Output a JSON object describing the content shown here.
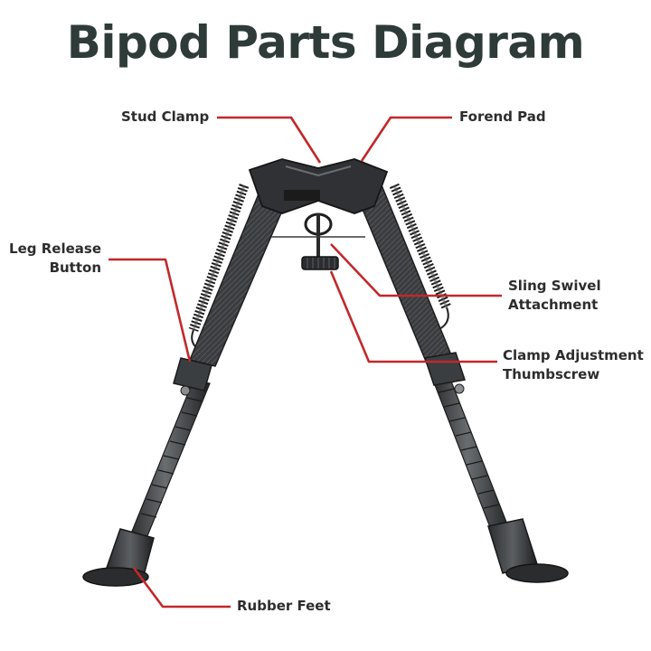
{
  "title": "Bipod Parts Diagram",
  "labels": {
    "stud_clamp": "Stud Clamp",
    "forend_pad": "Forend Pad",
    "leg_release_line1": "Leg Release",
    "leg_release_line2": "Button",
    "sling_swivel_line1": "Sling Swivel",
    "sling_swivel_line2": "Attachment",
    "clamp_adjust_line1": "Clamp Adjustment",
    "clamp_adjust_line2": "Thumbscrew",
    "rubber_feet": "Rubber Feet"
  },
  "colors": {
    "leader": "#c2282a",
    "title": "#2e3b38",
    "label": "#2d2d2d"
  }
}
